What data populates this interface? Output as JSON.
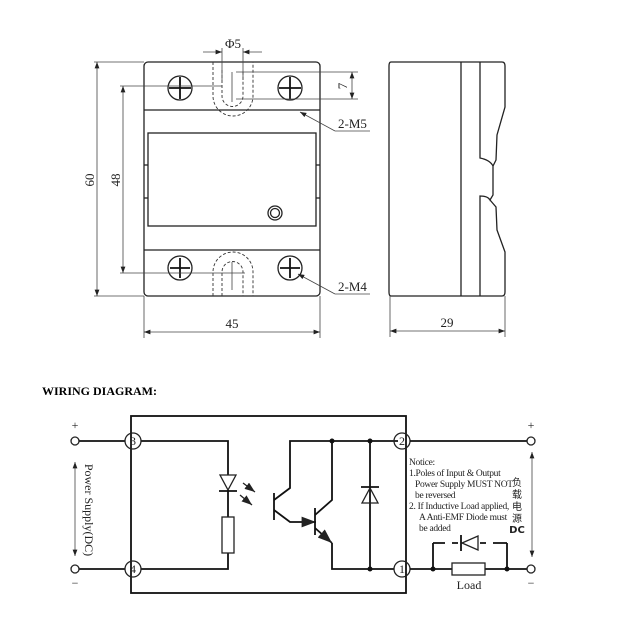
{
  "dimensions": {
    "hole_diameter": "Φ5",
    "hole_offset": "7",
    "height_total": "60",
    "height_mount": "48",
    "width": "45",
    "depth": "29",
    "screw_top": "2-M5",
    "screw_bottom": "2-M4"
  },
  "wiring": {
    "title": "WIRING DIAGRAM:",
    "terminals": [
      "3",
      "4",
      "2",
      "1"
    ],
    "input_plus": "+",
    "input_minus": "−",
    "output_plus": "+",
    "output_minus": "−",
    "input_label": "Power Supply(DC)",
    "load_label": "Load",
    "notice": [
      "Notice:",
      "1.Poles of Input & Output",
      "Power Supply MUST NOT",
      "be reversed",
      "2. If Inductive Load applied,",
      "A Anti-EMF Diode must",
      "be added"
    ],
    "load_supply_cn": [
      "负",
      "载",
      "电",
      "源"
    ],
    "load_supply_dc": "DC"
  }
}
